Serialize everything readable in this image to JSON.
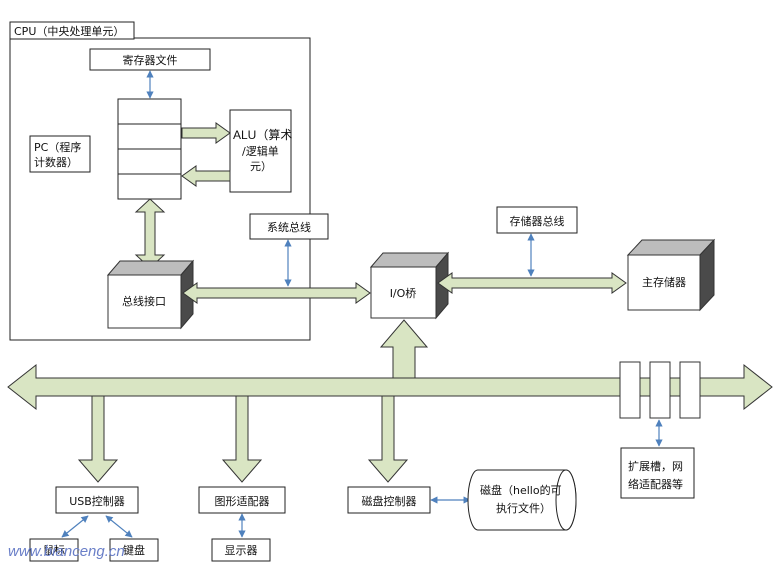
{
  "cpu": {
    "title": "CPU（中央处理单元）",
    "register_file": "寄存器文件",
    "pc_line1": "PC（程序",
    "pc_line2": "计数器）",
    "alu_line1": "ALU（算术",
    "alu_line2": "/逻辑单",
    "alu_line3": "元）",
    "bus_interface": "总线接口"
  },
  "buses": {
    "system_bus": "系统总线",
    "memory_bus": "存储器总线"
  },
  "io_bridge": "I/O桥",
  "main_memory": "主存储器",
  "devices": {
    "usb_controller": "USB控制器",
    "mouse": "鼠标",
    "keyboard": "键盘",
    "graphics_adapter": "图形适配器",
    "display": "显示器",
    "disk_controller": "磁盘控制器",
    "disk_line1": "磁盘（hello的可",
    "disk_line2": "执行文件）",
    "expansion_line1": "扩展槽，网",
    "expansion_line2": "络适配器等"
  },
  "watermark": "www.bianceng.cn",
  "colors": {
    "arrow_fill": "#d9e5c3",
    "arrow_stroke": "#333333",
    "connector": "#4f81bd",
    "box_stroke": "#333333",
    "cube_side": "#4a4a4a",
    "cube_top": "#bdbdbd",
    "watermark": "#6a7fc8"
  }
}
